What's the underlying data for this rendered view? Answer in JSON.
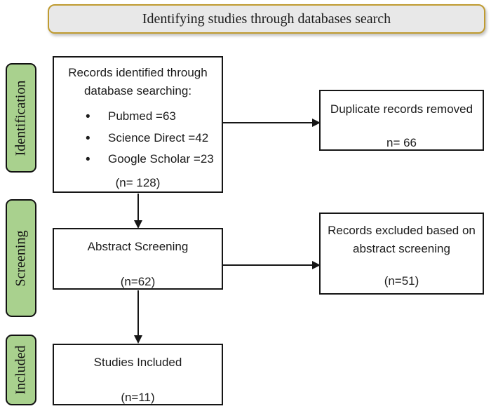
{
  "banner": {
    "title": "Identifying studies through databases search"
  },
  "sidebar": {
    "stages": [
      {
        "label": "Identification"
      },
      {
        "label": "Screening"
      },
      {
        "label": "Included"
      }
    ]
  },
  "flow": {
    "records_identified": {
      "line1": "Records identified through",
      "line2": "database searching:",
      "bullets": [
        "Pubmed =63",
        "Science Direct =42",
        "Google Scholar =23"
      ],
      "count": "(n= 128)"
    },
    "duplicates_removed": {
      "line1": "Duplicate records removed",
      "count": "n= 66"
    },
    "abstract_screening": {
      "line1": "Abstract Screening",
      "count": "(n=62)"
    },
    "records_excluded": {
      "line1": "Records excluded based on",
      "line2": "abstract screening",
      "count": "(n=51)"
    },
    "studies_included": {
      "line1": "Studies Included",
      "count": "(n=11)"
    }
  },
  "colors": {
    "stage_green": "#a9d18e",
    "banner_fill": "#e8e8e8",
    "banner_border": "#bf9b30",
    "box_border": "#161616",
    "arrow": "#161616"
  }
}
